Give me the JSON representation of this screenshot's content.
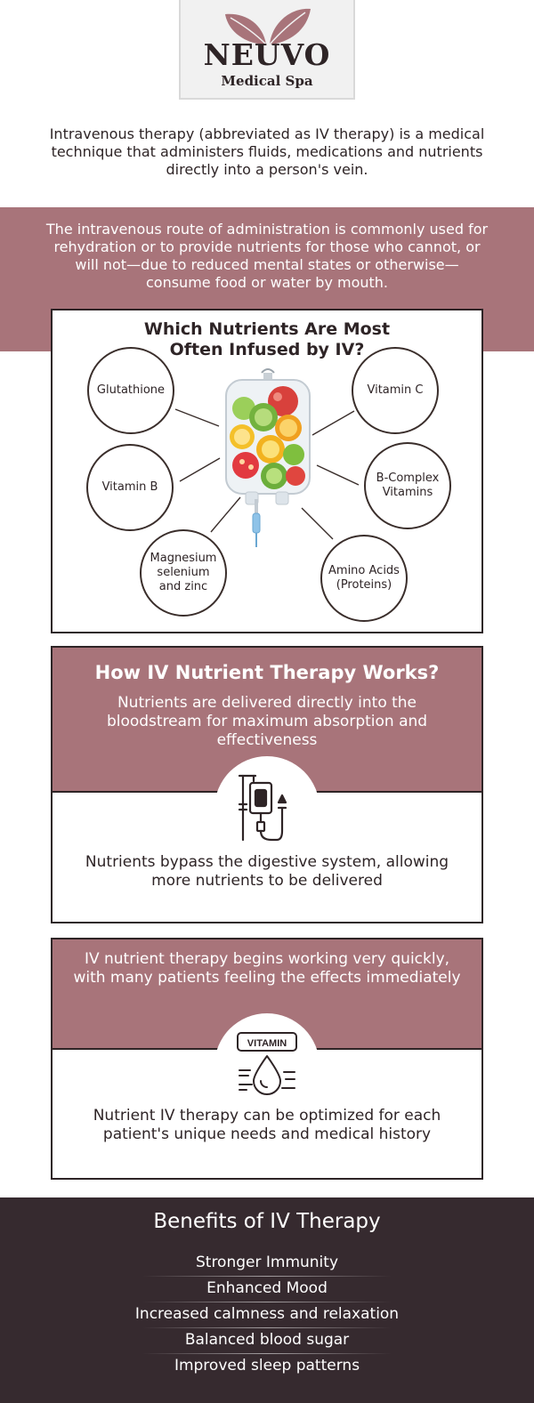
{
  "logo": {
    "name": "NEUVO",
    "subtitle": "Medical Spa",
    "leaf_color": "#a8747a"
  },
  "intro": "Intravenous therapy (abbreviated as IV therapy) is a medical technique that administers fluids, medications and nutrients directly into a person's vein.",
  "band_text": "The intravenous route of administration is commonly used for rehydration or to provide nutrients for those who cannot, or will not—due to reduced mental states or otherwise—consume food or water by mouth.",
  "nutrients": {
    "title_line1": "Which Nutrients Are Most",
    "title_line2": "Often Infused by IV?",
    "items": [
      {
        "label": "Glutathione"
      },
      {
        "label": "Vitamin C"
      },
      {
        "label": "Vitamin B"
      },
      {
        "label": "B-Complex Vitamins"
      },
      {
        "label": "Magnesium selenium and zinc"
      },
      {
        "label": "Amino Acids (Proteins)"
      }
    ],
    "image_icon": "iv-bag-fruit-icon"
  },
  "how": {
    "title": "How IV Nutrient Therapy Works?",
    "subtitle": "Nutrients are delivered directly into the bloodstream for maximum absorption and effectiveness",
    "icon": "iv-drip-icon",
    "bottom_text": "Nutrients bypass the digestive system, allowing more nutrients to be delivered"
  },
  "speed": {
    "top_text": "IV nutrient therapy begins working very quickly, with many patients feeling the effects immediately",
    "icon_label": "VITAMIN",
    "icon": "vitamin-drop-icon",
    "bottom_text": "Nutrient IV therapy can be optimized for each patient's unique needs and medical history"
  },
  "benefits": {
    "title": "Benefits of IV Therapy",
    "items": [
      "Stronger Immunity",
      "Enhanced Mood",
      "Increased calmness and relaxation",
      "Balanced blood sugar",
      "Improved sleep patterns"
    ]
  },
  "colors": {
    "accent": "#a8747a",
    "dark": "#362a2f",
    "text": "#2e2426"
  }
}
